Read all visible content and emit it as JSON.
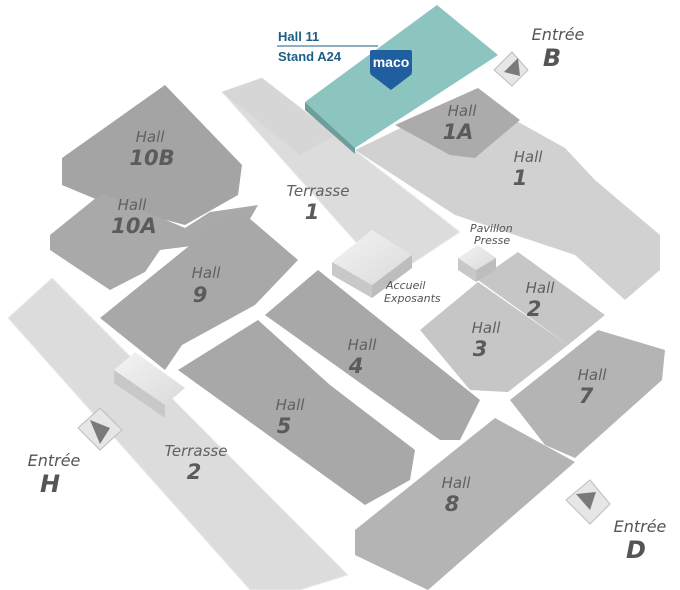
{
  "stand": {
    "hall": "Hall 11",
    "stand": "Stand A24",
    "logo_text": "maco",
    "highlight_color": "#8cc4c0",
    "accent_color": "#1f5fa0"
  },
  "halls": {
    "h10b": {
      "word": "Hall",
      "num": "10B"
    },
    "h10a": {
      "word": "Hall",
      "num": "10A"
    },
    "h9": {
      "word": "Hall",
      "num": "9"
    },
    "h1a": {
      "word": "Hall",
      "num": "1A"
    },
    "h1": {
      "word": "Hall",
      "num": "1"
    },
    "h2": {
      "word": "Hall",
      "num": "2"
    },
    "h3": {
      "word": "Hall",
      "num": "3"
    },
    "h4": {
      "word": "Hall",
      "num": "4"
    },
    "h5": {
      "word": "Hall",
      "num": "5"
    },
    "h7": {
      "word": "Hall",
      "num": "7"
    },
    "h8": {
      "word": "Hall",
      "num": "8"
    }
  },
  "terraces": {
    "t1": {
      "word": "Terrasse",
      "num": "1"
    },
    "t2": {
      "word": "Terrasse",
      "num": "2"
    }
  },
  "buildings": {
    "accueil": {
      "line1": "Accueil",
      "line2": "Exposants"
    },
    "pavillon": {
      "line1": "Pavillon",
      "line2": "Presse"
    }
  },
  "entrances": {
    "b": {
      "word": "Entrée",
      "letter": "B"
    },
    "h": {
      "word": "Entrée",
      "letter": "H"
    },
    "d": {
      "word": "Entrée",
      "letter": "D"
    }
  }
}
